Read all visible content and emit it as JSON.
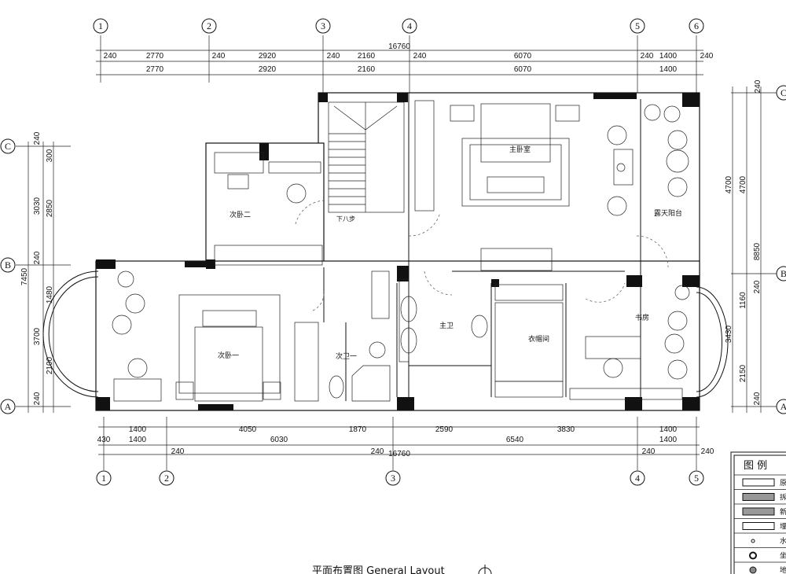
{
  "drawing_title": "平面布置图 General Layout",
  "rooms": {
    "master_bedroom": "主卧室",
    "second_bedroom_2": "次卧二",
    "open_terrace": "露天阳台",
    "stairs_note": "下八步",
    "second_bedroom_1": "次卧一",
    "second_bath_1": "次卫一",
    "master_bath": "主卫",
    "walk_in_closet": "衣帽间",
    "study": "书房"
  },
  "axes": {
    "top": [
      "1",
      "2",
      "3",
      "4",
      "5",
      "6"
    ],
    "bottom": [
      "1",
      "2",
      "3",
      "4",
      "5"
    ],
    "left": [
      "C",
      "B",
      "A"
    ],
    "right": [
      "C",
      "B",
      "A"
    ]
  },
  "dimensions": {
    "top_total": "16760",
    "top_row1": [
      "240",
      "2770",
      "240",
      "2920",
      "240",
      "2160",
      "240",
      "6070",
      "240",
      "1400",
      "240"
    ],
    "top_row2": [
      "2770",
      "2920",
      "2160",
      "6070",
      "1400"
    ],
    "bottom_row1": [
      "1400",
      "4050",
      "1870",
      "2590",
      "3830",
      "1400"
    ],
    "bottom_row2": [
      "430",
      "1400",
      "6030",
      "6540",
      "1400"
    ],
    "bottom_walls": [
      "240",
      "240",
      "240",
      "240"
    ],
    "bottom_total": "16760",
    "left": [
      "240",
      "300",
      "3030",
      "2850",
      "240",
      "7450",
      "1480",
      "3700",
      "2100",
      "240"
    ],
    "right": [
      "240",
      "4700",
      "4700",
      "8850",
      "240",
      "1160",
      "3430",
      "2150",
      "240"
    ]
  },
  "legend": {
    "title": "图 例",
    "items": [
      "原",
      "拆",
      "新",
      "埋",
      "水",
      "坐",
      "地"
    ]
  }
}
